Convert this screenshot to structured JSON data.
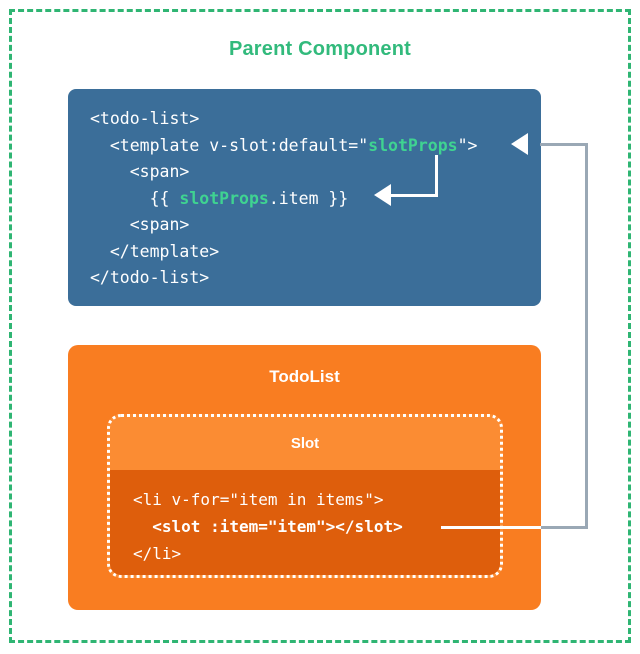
{
  "diagram": {
    "title": "Parent Component",
    "title_color": "#32ba7c",
    "outer_border_color": "#2fb573",
    "parent_code": {
      "background": "#3b6e99",
      "lines": [
        {
          "id": "l1",
          "indent": 0,
          "segments": [
            {
              "t": "<todo-list>",
              "style": "plain"
            }
          ]
        },
        {
          "id": "l2",
          "indent": 1,
          "segments": [
            {
              "t": "<template v-slot:default=\"",
              "style": "plain"
            },
            {
              "t": "slotProps",
              "style": "green"
            },
            {
              "t": "\">",
              "style": "plain"
            }
          ]
        },
        {
          "id": "l3",
          "indent": 2,
          "segments": [
            {
              "t": "<span>",
              "style": "plain"
            }
          ]
        },
        {
          "id": "l4",
          "indent": 3,
          "segments": [
            {
              "t": "{{ ",
              "style": "plain"
            },
            {
              "t": "slotProps",
              "style": "green"
            },
            {
              "t": ".item }}",
              "style": "plain"
            }
          ]
        },
        {
          "id": "l5",
          "indent": 2,
          "segments": [
            {
              "t": "<span>",
              "style": "plain"
            }
          ]
        },
        {
          "id": "l6",
          "indent": 1,
          "segments": [
            {
              "t": "</template>",
              "style": "plain"
            }
          ]
        },
        {
          "id": "l7",
          "indent": 0,
          "segments": [
            {
              "t": "</todo-list>",
              "style": "plain"
            }
          ]
        }
      ]
    },
    "todolist": {
      "title": "TodoList",
      "background": "#f97d21",
      "slot": {
        "title": "Slot",
        "header_background": "#fb8c33",
        "code_background": "#de5e0c",
        "lines": [
          {
            "id": "s1",
            "indent": 0,
            "segments": [
              {
                "t": "<li v-for=\"item in items\">",
                "style": "plain"
              }
            ]
          },
          {
            "id": "s2",
            "indent": 1,
            "segments": [
              {
                "t": "<slot :item=\"item\"></slot>",
                "style": "bold"
              }
            ]
          },
          {
            "id": "s3",
            "indent": 0,
            "segments": [
              {
                "t": "</li>",
                "style": "plain"
              }
            ]
          }
        ]
      }
    },
    "connectors": {
      "line_color": "#9aa8b5",
      "arrow_color": "#ffffff"
    }
  }
}
